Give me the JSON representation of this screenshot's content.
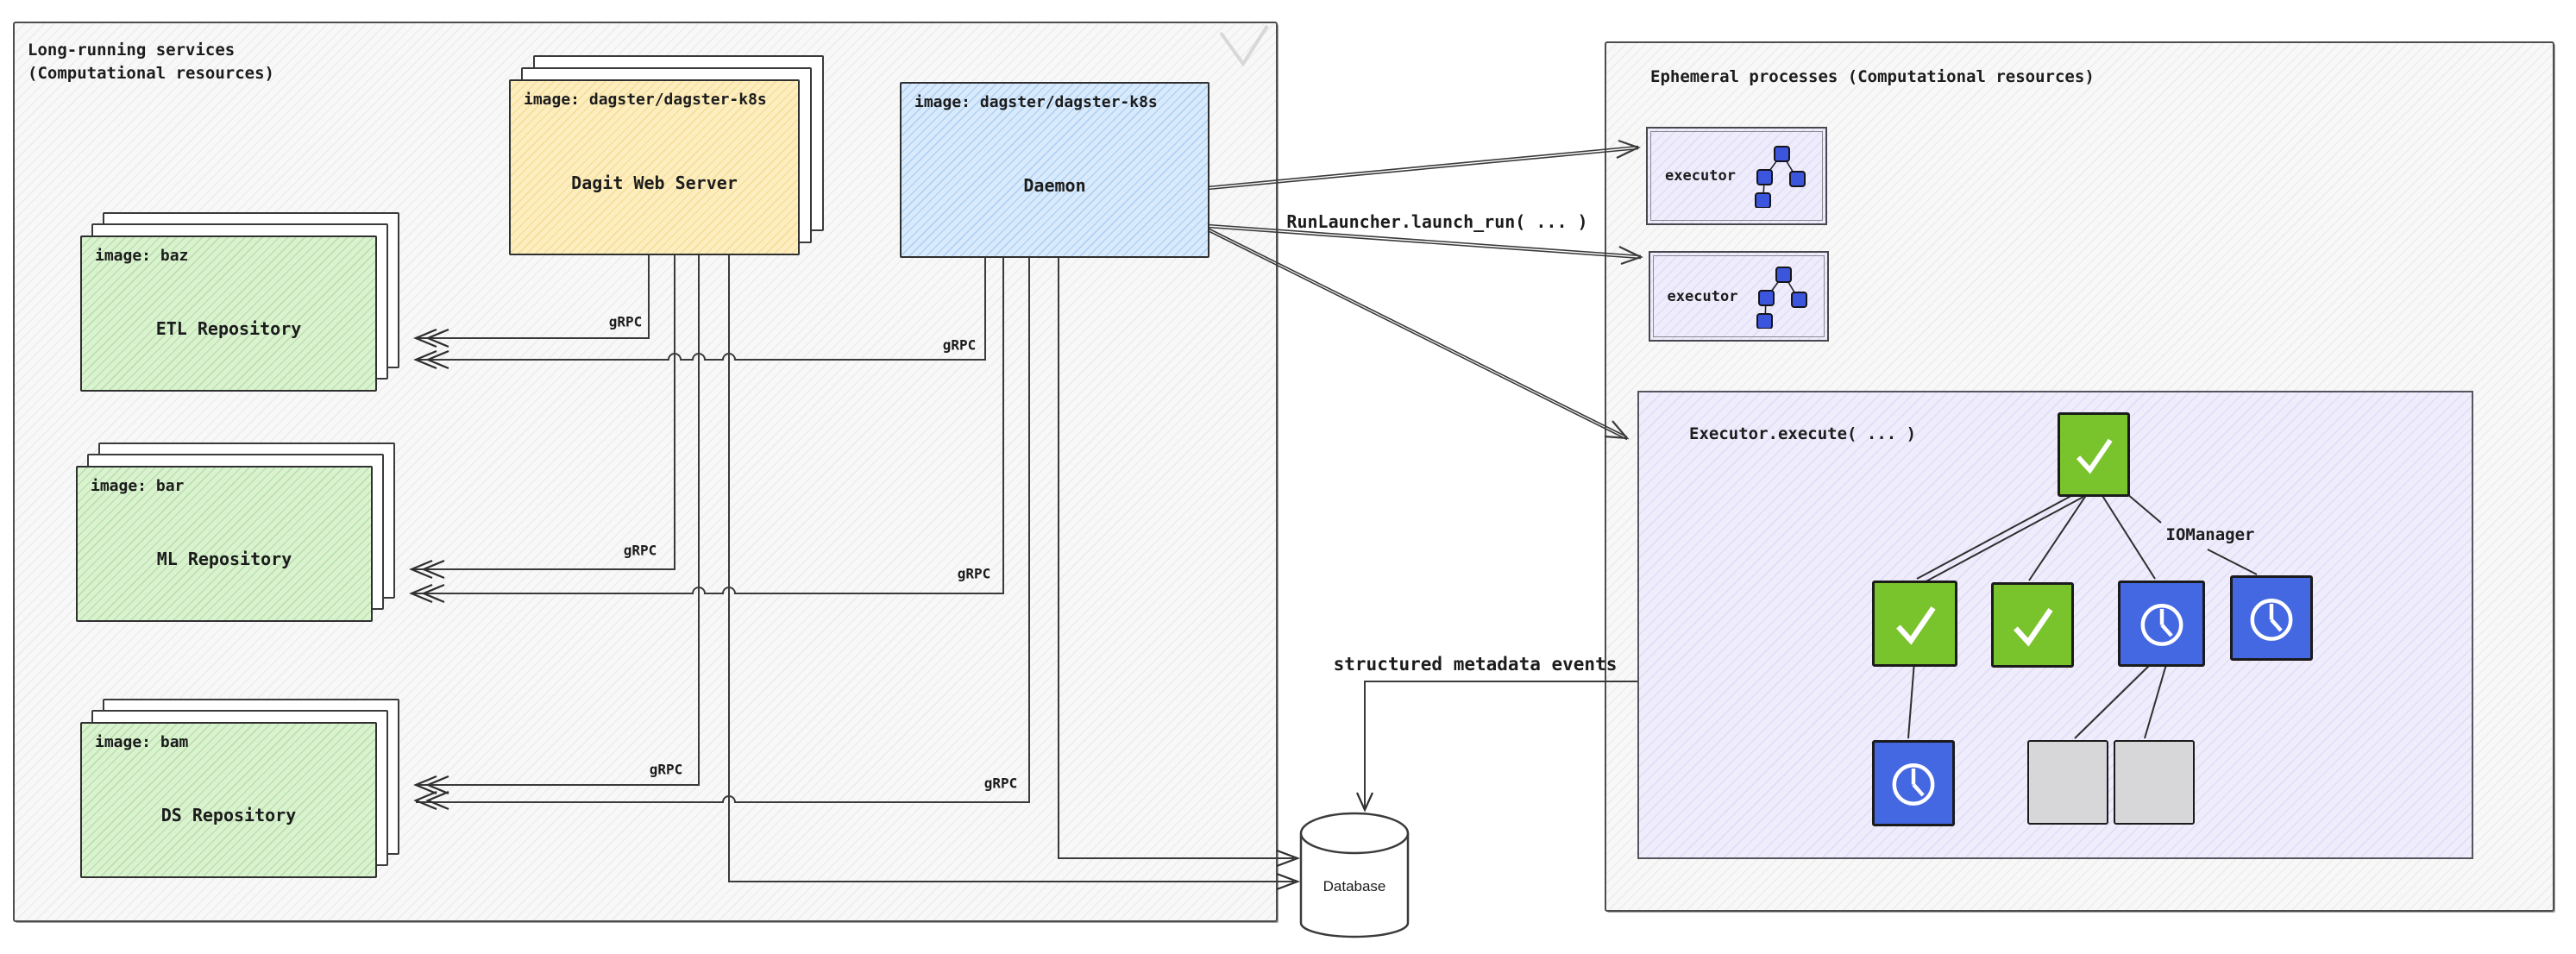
{
  "left_section": {
    "title": "Long-running services\n(Computational resources)"
  },
  "dagit": {
    "image_label": "image: dagster/dagster-k8s",
    "title": "Dagit Web Server"
  },
  "daemon": {
    "image_label": "image: dagster/dagster-k8s",
    "title": "Daemon"
  },
  "repos": [
    {
      "image_label": "image: baz",
      "title": "ETL Repository"
    },
    {
      "image_label": "image: bar",
      "title": "ML Repository"
    },
    {
      "image_label": "image: bam",
      "title": "DS Repository"
    }
  ],
  "grpc_labels": [
    "gRPC",
    "gRPC",
    "gRPC",
    "gRPC",
    "gRPC",
    "gRPC"
  ],
  "annotations": {
    "run_launcher": "RunLauncher.launch_run( ... )",
    "metadata_events": "structured metadata events"
  },
  "database": {
    "label": "Database"
  },
  "right_section": {
    "title": "Ephemeral processes (Computational resources)"
  },
  "executors": [
    {
      "label": "executor",
      "icon": "mini-dag-icon"
    },
    {
      "label": "executor",
      "icon": "mini-dag-icon"
    }
  ],
  "executor_panel": {
    "title": "Executor.execute( ... )",
    "iomanager_label": "IOManager",
    "nodes": [
      {
        "id": "root",
        "state": "success"
      },
      {
        "id": "step-1",
        "state": "success"
      },
      {
        "id": "step-2",
        "state": "success"
      },
      {
        "id": "step-3",
        "state": "waiting"
      },
      {
        "id": "step-4",
        "state": "waiting"
      },
      {
        "id": "step-5",
        "state": "waiting"
      },
      {
        "id": "step-6",
        "state": "pending"
      },
      {
        "id": "step-7",
        "state": "pending"
      }
    ]
  },
  "palette": {
    "success_green": "#79c32c",
    "waiting_blue": "#4467e2",
    "pending_gray": "#d7d7d9",
    "repo_green": "#daf2d0",
    "dagit_orange": "#fceebf",
    "daemon_blue": "#d8eafb",
    "executor_lavender": "#efecfb",
    "line_ink": "#3a3a3a"
  }
}
